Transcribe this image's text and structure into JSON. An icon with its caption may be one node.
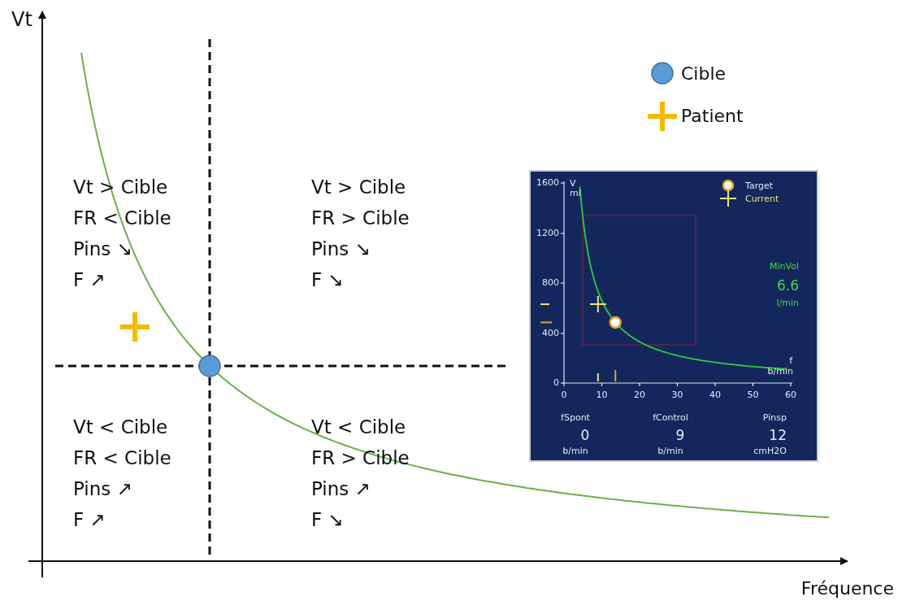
{
  "diagram": {
    "labels": [
      "Vt",
      "Vt > Cible",
      "FR < Cible",
      "Pins ↘",
      "F ↗",
      "Vt > Cible",
      "FR > Cible",
      "Pins ↘",
      "F ↘",
      "Vt < Cible",
      "FR < Cible",
      "Pins ↗",
      "F ↗",
      "Vt < Cible",
      "FR > Cible",
      "Pins ↗",
      "F ↘",
      "Fréquence",
      "1600",
      "1200",
      "800",
      "400",
      "0",
      "V",
      "ml",
      "f",
      "b/min",
      "0",
      "10",
      "20",
      "30",
      "40",
      "50",
      "60",
      "MinVol",
      "6.6",
      "l/min",
      "fSpont",
      "0",
      "b/min",
      "fControl",
      "9",
      "b/min",
      "Pinsp",
      "12",
      "cmH2O"
    ],
    "legend": [
      {
        "text": "Cible"
      },
      {
        "text": "Patient"
      },
      {
        "text": "Target"
      },
      {
        "text": "Current"
      }
    ]
  }
}
